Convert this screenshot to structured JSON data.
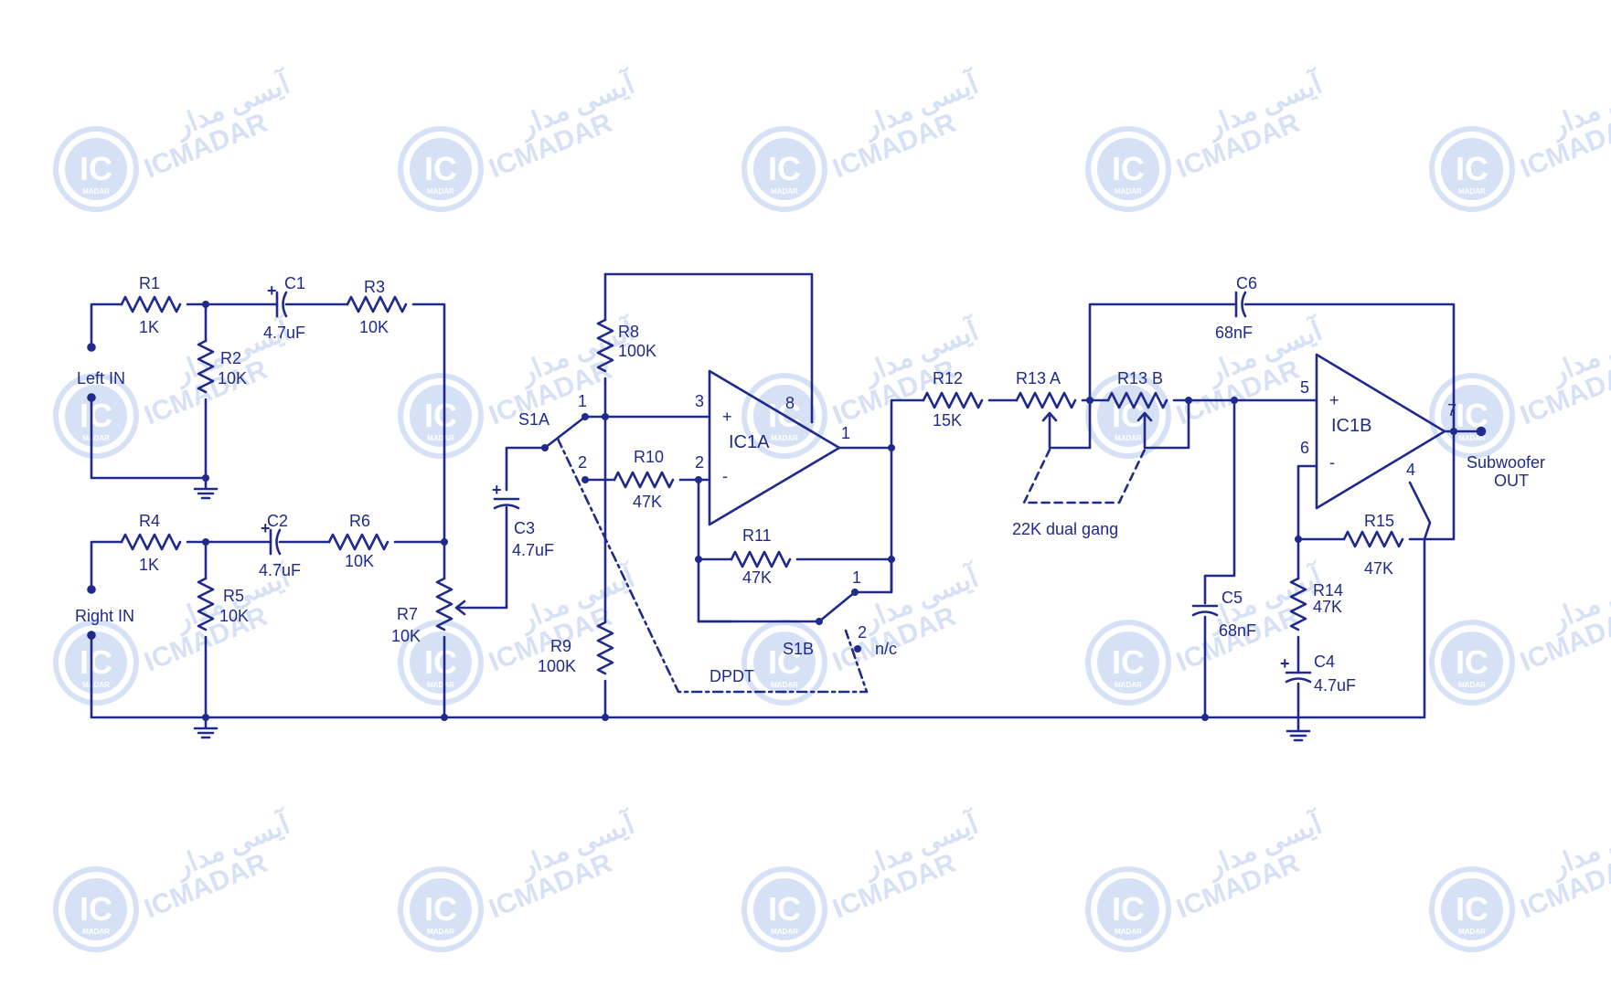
{
  "colors": {
    "ink": "#1f2a8c",
    "watermark": "#c9d8f2",
    "background": "#ffffff"
  },
  "watermark": {
    "latin": "ICMADAR",
    "persian": "آیسی مدار",
    "badge": "IC",
    "badge_sub": "MADAR"
  },
  "inputs": {
    "left": "Left IN",
    "right": "Right IN"
  },
  "output": {
    "line1": "Subwoofer",
    "line2": "OUT"
  },
  "components": {
    "R1": {
      "name": "R1",
      "value": "1K"
    },
    "R2": {
      "name": "R2",
      "value": "10K"
    },
    "R3": {
      "name": "R3",
      "value": "10K"
    },
    "R4": {
      "name": "R4",
      "value": "1K"
    },
    "R5": {
      "name": "R5",
      "value": "10K"
    },
    "R6": {
      "name": "R6",
      "value": "10K"
    },
    "R7": {
      "name": "R7",
      "value": "10K"
    },
    "R8": {
      "name": "R8",
      "value": "100K"
    },
    "R9": {
      "name": "R9",
      "value": "100K"
    },
    "R10": {
      "name": "R10",
      "value": "47K"
    },
    "R11": {
      "name": "R11",
      "value": "47K"
    },
    "R12": {
      "name": "R12",
      "value": "15K"
    },
    "R13A": {
      "name": "R13 A"
    },
    "R13B": {
      "name": "R13 B"
    },
    "R14": {
      "name": "R14",
      "value": "47K"
    },
    "R15": {
      "name": "R15",
      "value": "47K"
    },
    "C1": {
      "name": "C1",
      "value": "4.7uF"
    },
    "C2": {
      "name": "C2",
      "value": "4.7uF"
    },
    "C3": {
      "name": "C3",
      "value": "4.7uF"
    },
    "C4": {
      "name": "C4",
      "value": "4.7uF"
    },
    "C5": {
      "name": "C5",
      "value": "68nF"
    },
    "C6": {
      "name": "C6",
      "value": "68nF"
    },
    "IC1A": {
      "name": "IC1A",
      "pin_plus": "3",
      "pin_minus": "2",
      "pin_out": "1",
      "pin_supply": "8"
    },
    "IC1B": {
      "name": "IC1B",
      "pin_plus": "5",
      "pin_minus": "6",
      "pin_out": "7",
      "pin_gnd": "4"
    },
    "S1A": {
      "name": "S1A",
      "pos1": "1",
      "pos2": "2"
    },
    "S1B": {
      "name": "S1B",
      "pos1": "1",
      "pos2": "2",
      "nc": "n/c"
    }
  },
  "labels": {
    "gang": "22K dual gang",
    "switch_type": "DPDT",
    "plus": "+",
    "minus": "-"
  }
}
